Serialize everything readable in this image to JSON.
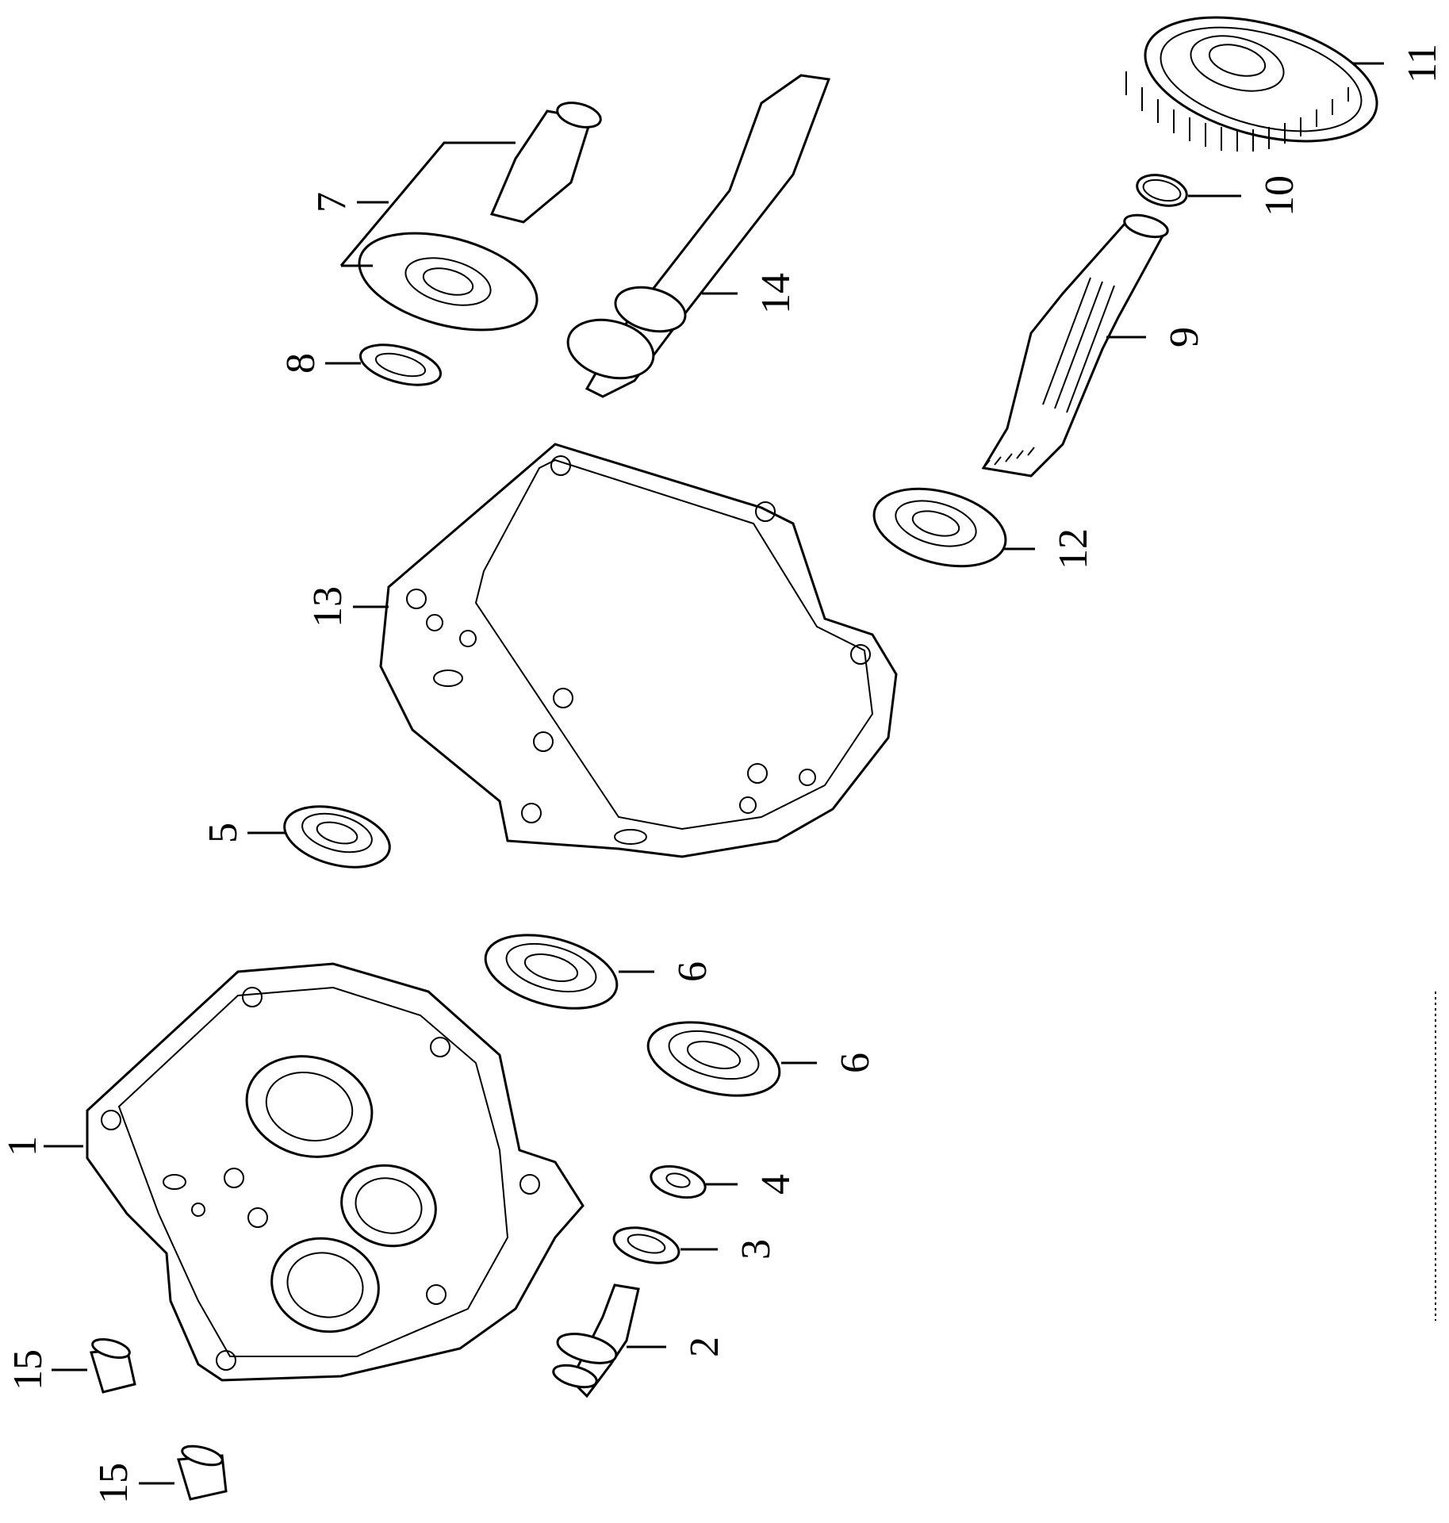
{
  "diagram": {
    "callouts": [
      {
        "id": "1",
        "text": "1"
      },
      {
        "id": "2",
        "text": "2"
      },
      {
        "id": "3",
        "text": "3"
      },
      {
        "id": "4",
        "text": "4"
      },
      {
        "id": "5",
        "text": "5"
      },
      {
        "id": "6a",
        "text": "6"
      },
      {
        "id": "6b",
        "text": "6"
      },
      {
        "id": "7",
        "text": "7"
      },
      {
        "id": "8",
        "text": "8"
      },
      {
        "id": "9",
        "text": "9"
      },
      {
        "id": "10",
        "text": "10"
      },
      {
        "id": "11",
        "text": "11"
      },
      {
        "id": "12",
        "text": "12"
      },
      {
        "id": "13",
        "text": "13"
      },
      {
        "id": "14",
        "text": "14"
      },
      {
        "id": "15a",
        "text": "15"
      },
      {
        "id": "15b",
        "text": "15"
      }
    ]
  }
}
